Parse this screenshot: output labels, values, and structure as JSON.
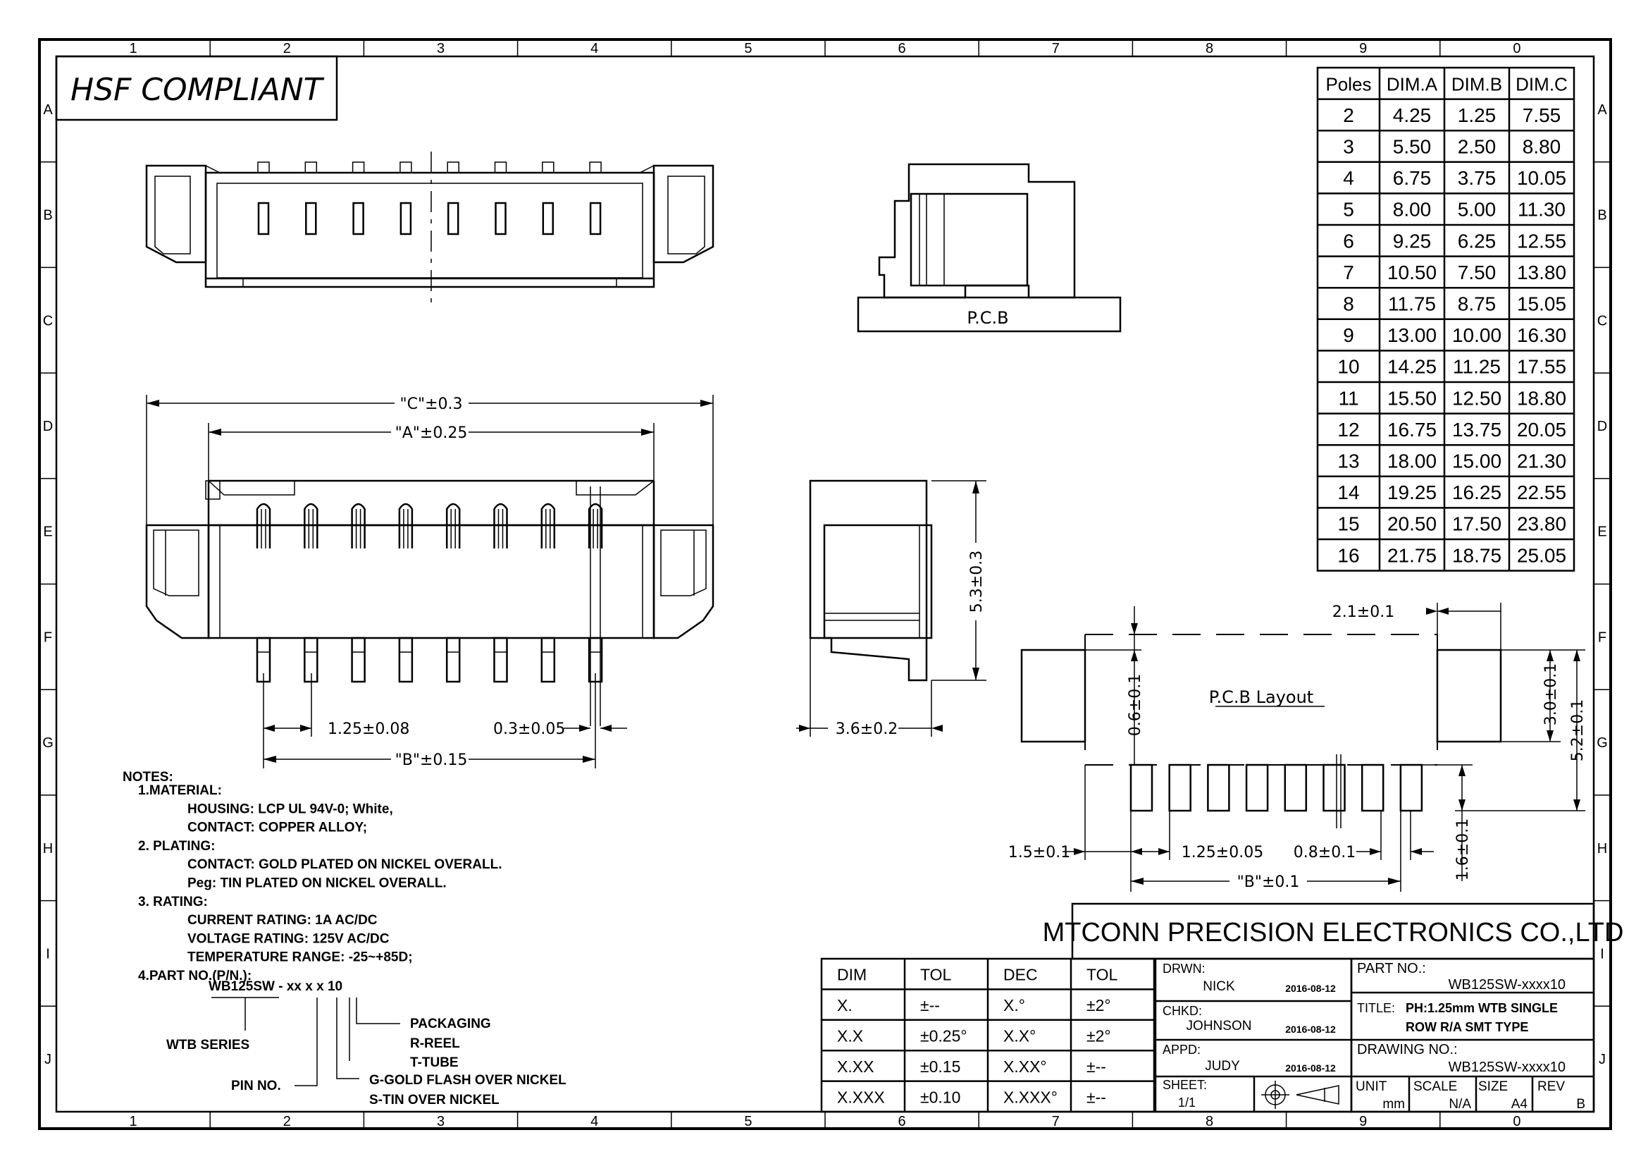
{
  "frame": {
    "columns": [
      "1",
      "2",
      "3",
      "4",
      "5",
      "6",
      "7",
      "8",
      "9",
      "0"
    ],
    "rows": [
      "A",
      "B",
      "C",
      "D",
      "E",
      "F",
      "G",
      "H",
      "I",
      "J"
    ]
  },
  "compliance_label": "HSF COMPLIANT",
  "pcb_label": "P.C.B",
  "pcb_layout_label": "P.C.B Layout",
  "dims": {
    "c_overall": "\"C\"±0.3",
    "a_span": "\"A\"±0.25",
    "pitch": "1.25±0.08",
    "pin_width": "0.3±0.05",
    "b_span": "\"B\"±0.15",
    "height": "5.3±0.3",
    "depth": "3.6±0.2",
    "layout_pad_w": "2.1±0.1",
    "layout_pad_gap": "0.6±0.1",
    "layout_pad_h": "3.0±0.1",
    "layout_total_h": "5.2±0.1",
    "layout_offset": "1.5±0.1",
    "layout_pitch": "1.25±0.05",
    "layout_pin_w": "0.8±0.1",
    "layout_pin_h": "1.6±0.1",
    "layout_b": "\"B\"±0.1"
  },
  "dim_table": {
    "headers": [
      "Poles",
      "DIM.A",
      "DIM.B",
      "DIM.C"
    ],
    "rows": [
      [
        "2",
        "4.25",
        "1.25",
        "7.55"
      ],
      [
        "3",
        "5.50",
        "2.50",
        "8.80"
      ],
      [
        "4",
        "6.75",
        "3.75",
        "10.05"
      ],
      [
        "5",
        "8.00",
        "5.00",
        "11.30"
      ],
      [
        "6",
        "9.25",
        "6.25",
        "12.55"
      ],
      [
        "7",
        "10.50",
        "7.50",
        "13.80"
      ],
      [
        "8",
        "11.75",
        "8.75",
        "15.05"
      ],
      [
        "9",
        "13.00",
        "10.00",
        "16.30"
      ],
      [
        "10",
        "14.25",
        "11.25",
        "17.55"
      ],
      [
        "11",
        "15.50",
        "12.50",
        "18.80"
      ],
      [
        "12",
        "16.75",
        "13.75",
        "20.05"
      ],
      [
        "13",
        "18.00",
        "15.00",
        "21.30"
      ],
      [
        "14",
        "19.25",
        "16.25",
        "22.55"
      ],
      [
        "15",
        "20.50",
        "17.50",
        "23.80"
      ],
      [
        "16",
        "21.75",
        "18.75",
        "25.05"
      ]
    ]
  },
  "notes": {
    "title": "NOTES:",
    "lines": [
      "1.MATERIAL:",
      "HOUSING: LCP UL 94V-0; White,",
      "CONTACT: COPPER ALLOY;",
      "2. PLATING:",
      "CONTACT: GOLD PLATED ON NICKEL OVERALL.",
      "Peg: TIN PLATED ON NICKEL OVERALL.",
      "3. RATING:",
      "CURRENT RATING: 1A AC/DC",
      "VOLTAGE RATING: 125V AC/DC",
      "TEMPERATURE RANGE: -25~+85D;",
      "4.PART NO.(P/N.):"
    ],
    "pn_code": "WB125SW - xx x x 10",
    "wtb_series": "WTB SERIES",
    "pin_no": "PIN NO.",
    "packaging": "PACKAGING",
    "reel": "R-REEL",
    "tube": "T-TUBE",
    "gold": "G-GOLD FLASH OVER NICKEL",
    "tin": "S-TIN OVER NICKEL"
  },
  "tol_table": {
    "headers": [
      "DIM",
      "TOL",
      "DEC",
      "TOL"
    ],
    "rows": [
      [
        "X.",
        "±--",
        "X.°",
        "±2°"
      ],
      [
        "X.X",
        "±0.25°",
        "X.X°",
        "±2°"
      ],
      [
        "X.XX",
        "±0.15",
        "X.XX°",
        "±--"
      ],
      [
        "X.XXX",
        "±0.10",
        "X.XXX°",
        "±--"
      ]
    ]
  },
  "title_block": {
    "company": "MTCONN PRECISION ELECTRONICS CO.,LTD",
    "drawn_label": "DRWN:",
    "drawn_name": "NICK",
    "drawn_date": "2016-08-12",
    "checked_label": "CHKD:",
    "checked_name": "JOHNSON",
    "checked_date": "2016-08-12",
    "approved_label": "APPD:",
    "approved_name": "JUDY",
    "approved_date": "2016-08-12",
    "sheet_label": "SHEET:",
    "sheet_value": "1/1",
    "part_label": "PART NO.:",
    "part_value": "WB125SW-xxxx10",
    "title_label": "TITLE:",
    "title_line1": "PH:1.25mm WTB SINGLE",
    "title_line2": "ROW R/A SMT TYPE",
    "drawing_label": "DRAWING NO.:",
    "drawing_value": "WB125SW-xxxx10",
    "unit_label": "UNIT",
    "unit_value": "mm",
    "scale_label": "SCALE",
    "scale_value": "N/A",
    "size_label": "SIZE",
    "size_value": "A4",
    "rev_label": "REV",
    "rev_value": "B"
  }
}
